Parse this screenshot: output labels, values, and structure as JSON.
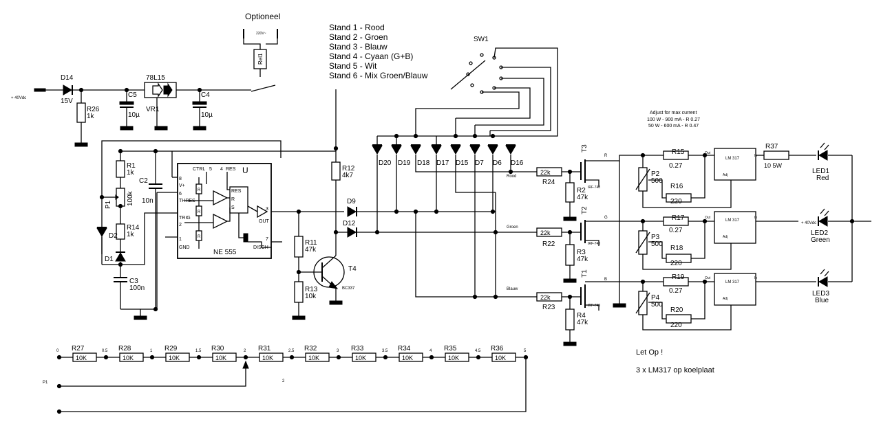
{
  "title": "Optioneel",
  "relay": {
    "label": "Rel1",
    "supply": "220V~"
  },
  "legend": [
    "Stand 1 - Rood",
    "Stand 2 - Groen",
    "Stand 3 - Blauw",
    "Stand 4 - Cyaan (G+B)",
    "Stand 5 - Wit",
    "Stand 6 - Mix Groen/Blauw"
  ],
  "switch": {
    "name": "SW1"
  },
  "input": {
    "voltage": "+ 40Vdc"
  },
  "regulator": {
    "type": "78L15",
    "name": "VR1"
  },
  "d14": {
    "name": "D14",
    "value": "15V"
  },
  "r26": {
    "name": "R26",
    "value": "1k"
  },
  "c5": {
    "name": "C5",
    "value": "10µ"
  },
  "c4": {
    "name": "C4",
    "value": "10µ"
  },
  "r1": {
    "name": "R1",
    "value": "1k"
  },
  "p1": {
    "name": "P1",
    "value": "100k"
  },
  "r14": {
    "name": "R14",
    "value": "1k"
  },
  "d1": {
    "name": "D1"
  },
  "d2": {
    "name": "D2"
  },
  "c2": {
    "name": "C2",
    "value": "10n"
  },
  "c3": {
    "name": "C3",
    "value": "100n"
  },
  "ne555": {
    "letter": "U",
    "name": "NE 555",
    "pins": [
      "8",
      "6",
      "2",
      "1",
      "5",
      "4",
      "3",
      "7"
    ],
    "labels": [
      "V+",
      "THRES",
      "TRIG",
      "GND",
      "CTRL",
      "RES",
      "OUT",
      "DISCH"
    ],
    "ff": [
      "RES",
      "R",
      "S"
    ],
    "r": "R"
  },
  "r12": {
    "name": "R12",
    "value": "4k7"
  },
  "r11": {
    "name": "R11",
    "value": "47k"
  },
  "r13": {
    "name": "R13",
    "value": "10k"
  },
  "t4": {
    "name": "T4",
    "type": "BC337"
  },
  "d9": {
    "name": "D9"
  },
  "d12": {
    "name": "D12"
  },
  "diodes": [
    "D20",
    "D19",
    "D18",
    "D17",
    "D15",
    "D7",
    "D6",
    "D16"
  ],
  "channels": [
    {
      "line": "Rood",
      "rin": "22k",
      "rname": "R24",
      "tname": "T3",
      "rg": "R2",
      "rgv": "47k",
      "letter": "R",
      "fet": "IRF-740",
      "rs": "R15",
      "rsv": "0.27",
      "p": "P2",
      "pv": "500",
      "rp": "R16",
      "rpv": "220"
    },
    {
      "line": "Groen",
      "rin": "22k",
      "rname": "R22",
      "tname": "T2",
      "rg": "R3",
      "rgv": "47k",
      "letter": "G",
      "fet": "IRF-740",
      "rs": "R17",
      "rsv": "0.27",
      "p": "P3",
      "pv": "500",
      "rp": "R18",
      "rpv": "220"
    },
    {
      "line": "Blauw",
      "rin": "22k",
      "rname": "R23",
      "tname": "T1",
      "rg": "R4",
      "rgv": "47k",
      "letter": "B",
      "fet": "IRF-740",
      "rs": "R19",
      "rsv": "0.27",
      "p": "P4",
      "pv": "500",
      "rp": "R20",
      "rpv": "220"
    }
  ],
  "lm317": {
    "name": "LM 317",
    "out": "Out",
    "in": "In",
    "adj": "Adj"
  },
  "note_adjust": [
    "Adjust for max current",
    "100 W - 900 mA - R 0.27",
    "50 W - 600 mA - R 0.47"
  ],
  "r37": {
    "name": "R37",
    "value": "10 5W"
  },
  "leds": [
    {
      "name": "LED1",
      "color": "Red"
    },
    {
      "name": "LED2",
      "color": "Green"
    },
    {
      "name": "LED3",
      "color": "Blue"
    }
  ],
  "led_supply": "+ 40Vdc",
  "ladder": {
    "resistors": [
      "R27",
      "R28",
      "R29",
      "R30",
      "R31",
      "R32",
      "R33",
      "R34",
      "R35",
      "R36"
    ],
    "value": "10K",
    "taps": [
      "0",
      "0.5",
      "1",
      "1.5",
      "2",
      "2.5",
      "3",
      "3.5",
      "4",
      "4.5",
      "5"
    ],
    "p1": "P1",
    "tap_value": "2"
  },
  "note": {
    "line1": "Let Op !",
    "line2": "3 x LM317 op koelplaat"
  }
}
